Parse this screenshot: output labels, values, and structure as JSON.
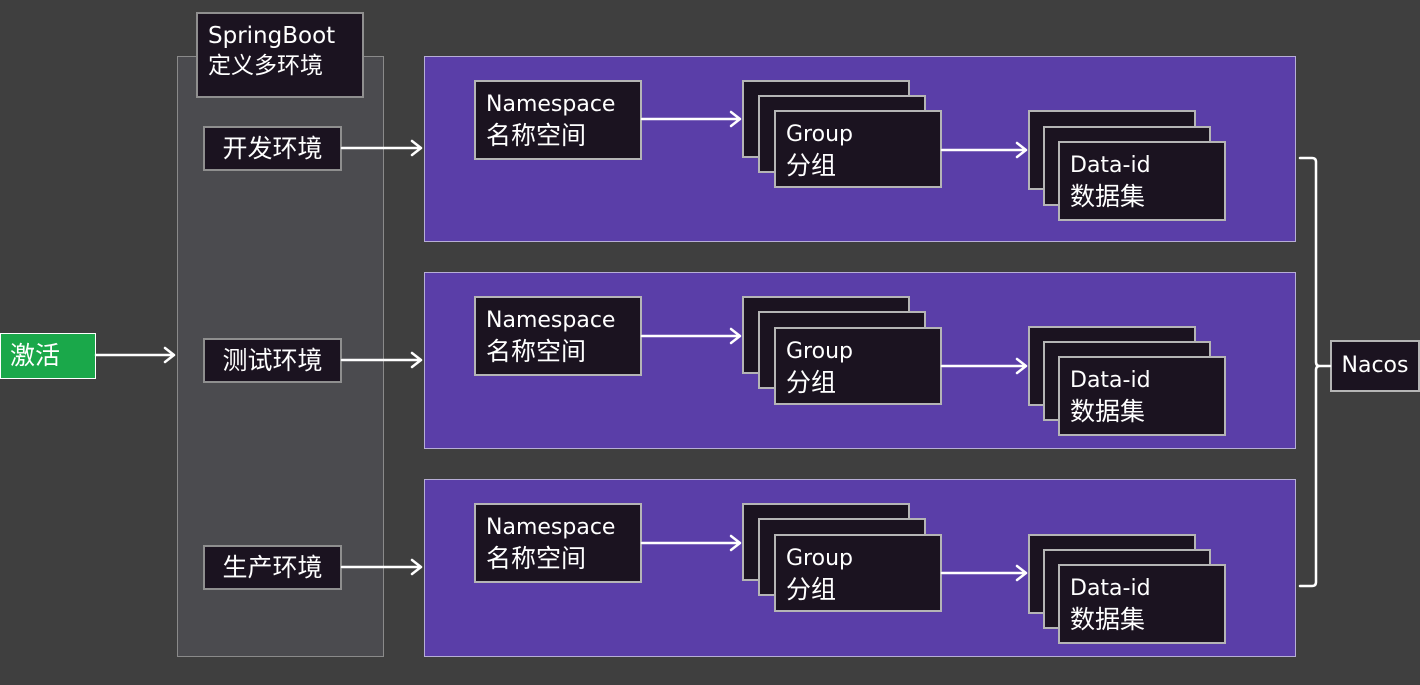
{
  "activate": {
    "label": "激活"
  },
  "springboot": {
    "title_line1": "SpringBoot",
    "title_line2": "定义多环境"
  },
  "environments": [
    {
      "label": "开发环境"
    },
    {
      "label": "测试环境"
    },
    {
      "label": "生产环境"
    }
  ],
  "rows": [
    {
      "namespace": {
        "line1": "Namespace",
        "line2": "名称空间"
      },
      "group": {
        "line1": "Group",
        "line2": "分组"
      },
      "dataid": {
        "line1": "Data-id",
        "line2": "数据集"
      }
    },
    {
      "namespace": {
        "line1": "Namespace",
        "line2": "名称空间"
      },
      "group": {
        "line1": "Group",
        "line2": "分组"
      },
      "dataid": {
        "line1": "Data-id",
        "line2": "数据集"
      }
    },
    {
      "namespace": {
        "line1": "Namespace",
        "line2": "名称空间"
      },
      "group": {
        "line1": "Group",
        "line2": "分组"
      },
      "dataid": {
        "line1": "Data-id",
        "line2": "数据集"
      }
    }
  ],
  "nacos": {
    "label": "Nacos"
  },
  "colors": {
    "background": "#3f3f3f",
    "panel": "#5a3ea8",
    "box": "#1b1320",
    "activate": "#1aa84a"
  }
}
